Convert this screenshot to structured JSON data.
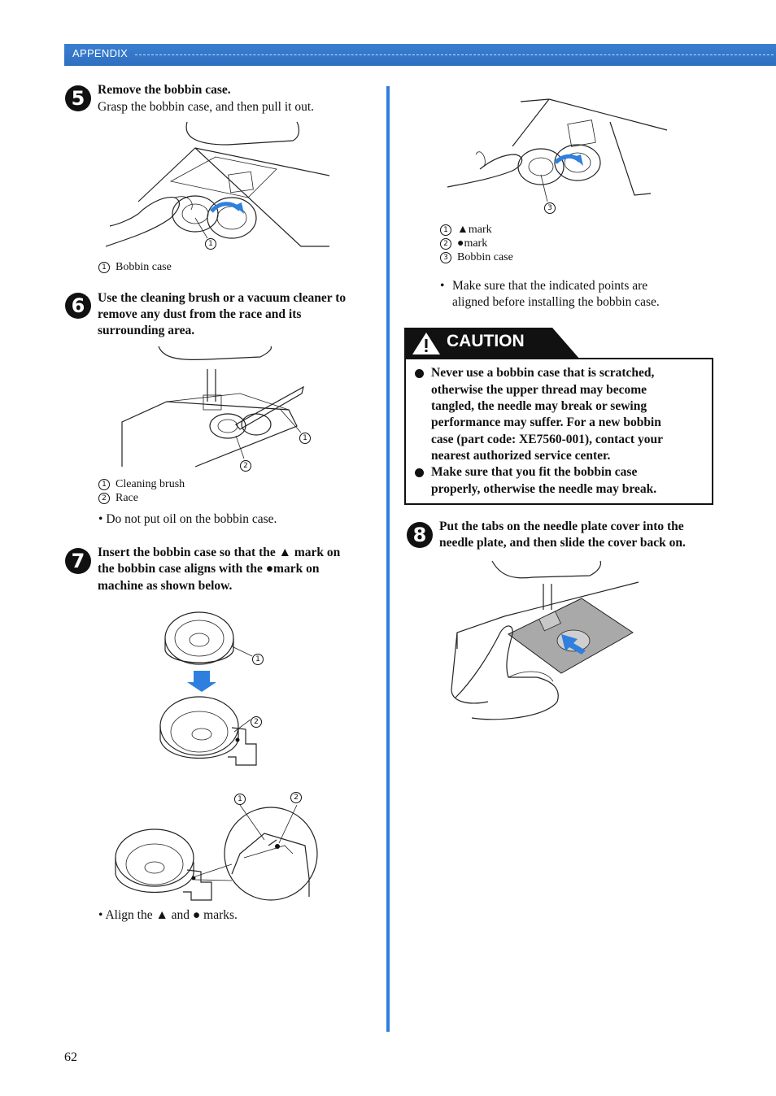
{
  "header": {
    "section": "APPENDIX"
  },
  "page_number": "62",
  "steps": {
    "s5": {
      "number": "5",
      "title": "Remove the bobbin case.",
      "body": "Grasp the bobbin case, and then pull it out.",
      "callouts": [
        {
          "num": "1",
          "label": "Bobbin case"
        }
      ]
    },
    "s6": {
      "number": "6",
      "title_lines": [
        "Use the cleaning brush or a vacuum cleaner to",
        "remove any dust from the race and its",
        "surrounding area."
      ],
      "callouts": [
        {
          "num": "1",
          "label": "Cleaning brush"
        },
        {
          "num": "2",
          "label": "Race"
        }
      ],
      "note": "Do not put oil on the bobbin case."
    },
    "s7": {
      "number": "7",
      "title_lines": [
        "Insert the bobbin case so that the ▲ mark on",
        "the bobbin case aligns with the ●mark on",
        "machine as shown below."
      ],
      "note": "Align the ▲ and ● marks.",
      "callout_1": "1",
      "callout_2": "2"
    },
    "right_top": {
      "callouts": [
        {
          "num": "1",
          "label": "▲mark"
        },
        {
          "num": "2",
          "label": "●mark"
        },
        {
          "num": "3",
          "label": "Bobbin case"
        }
      ],
      "note_lines": [
        "Make sure that the indicated points are",
        "aligned before installing the bobbin case."
      ]
    },
    "caution": {
      "title": "CAUTION",
      "item1_lines": [
        "Never use a bobbin case that is scratched,",
        "otherwise the upper thread may become",
        "tangled, the needle may break or sewing",
        "performance may suffer. For a new bobbin",
        "case (part code: XE7560-001), contact your",
        "nearest authorized service center."
      ],
      "item2_lines": [
        "Make sure that you fit the bobbin case",
        "properly, otherwise the needle may break."
      ]
    },
    "s8": {
      "number": "8",
      "title_lines": [
        "Put the tabs on the needle plate cover into the",
        "needle plate, and then slide the cover back on."
      ]
    }
  },
  "colors": {
    "header_blue": "#2f6fc2",
    "divider_blue": "#2f7fde",
    "arrow_blue": "#2f7fde"
  }
}
